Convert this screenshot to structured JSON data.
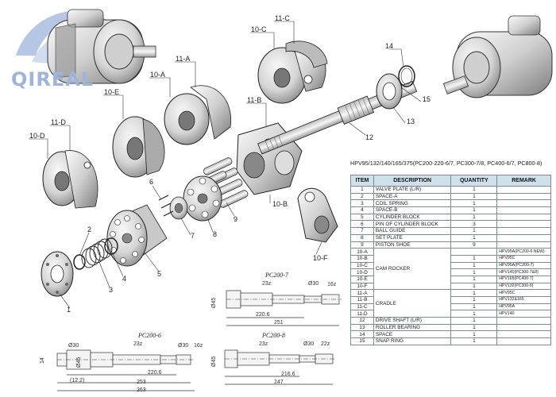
{
  "logo": {
    "text": "QIREAL"
  },
  "callouts": [
    {
      "id": "c11c",
      "text": "11-C"
    },
    {
      "id": "c10c",
      "text": "10-C"
    },
    {
      "id": "c11a",
      "text": "11-A"
    },
    {
      "id": "c10a",
      "text": "10-A"
    },
    {
      "id": "c10e",
      "text": "10-E"
    },
    {
      "id": "c11b",
      "text": "11-B"
    },
    {
      "id": "c11d",
      "text": "11-D"
    },
    {
      "id": "c10d",
      "text": "10-D"
    },
    {
      "id": "c14",
      "text": "14"
    },
    {
      "id": "c15",
      "text": "15"
    },
    {
      "id": "c13",
      "text": "13"
    },
    {
      "id": "c12",
      "text": "12"
    },
    {
      "id": "c6",
      "text": "6"
    },
    {
      "id": "c10b",
      "text": "10-B"
    },
    {
      "id": "c9",
      "text": "9"
    },
    {
      "id": "c8",
      "text": "8"
    },
    {
      "id": "c7",
      "text": "7"
    },
    {
      "id": "c2",
      "text": "2"
    },
    {
      "id": "c5",
      "text": "5"
    },
    {
      "id": "c4",
      "text": "4"
    },
    {
      "id": "c3",
      "text": "3"
    },
    {
      "id": "c1",
      "text": "1"
    },
    {
      "id": "c10f",
      "text": "10-F"
    }
  ],
  "table": {
    "title": "HPV95/132/140/165/375(PC200-220-6/7, PC300-7/8, PC400-6/7, PC800-8)",
    "headers": {
      "item": "ITEM",
      "description": "DESCRIPTION",
      "quantity": "QUANTITY",
      "remark": "REMARK"
    },
    "rows": [
      {
        "item": "1",
        "desc": "VALVE PLATE (L/R)",
        "qty": "1",
        "remark": ""
      },
      {
        "item": "2",
        "desc": "SPACE-A",
        "qty": "1",
        "remark": ""
      },
      {
        "item": "3",
        "desc": "COIL SPRING",
        "qty": "1",
        "remark": ""
      },
      {
        "item": "4",
        "desc": "SPACE-B",
        "qty": "1",
        "remark": ""
      },
      {
        "item": "5",
        "desc": "CYLINDER BLOCK",
        "qty": "1",
        "remark": ""
      },
      {
        "item": "6",
        "desc": "PIN OF CYLINDER BLOCK",
        "qty": "3",
        "remark": ""
      },
      {
        "item": "7",
        "desc": "BALL GUIDE",
        "qty": "1",
        "remark": ""
      },
      {
        "item": "8",
        "desc": "SET PLATE",
        "qty": "1",
        "remark": ""
      },
      {
        "item": "9",
        "desc": "PISTON SHOE",
        "qty": "9",
        "remark": ""
      }
    ],
    "cam_rocker": {
      "desc": "CAM ROCKER",
      "rows": [
        {
          "item": "10-A",
          "qty": "",
          "remark": "HPV95A(PC200-6 NEW)"
        },
        {
          "item": "10-B",
          "qty": "1",
          "remark": "HPV95C"
        },
        {
          "item": "10-C",
          "qty": "1",
          "remark": "HPV95A(PC200-7)"
        },
        {
          "item": "10-D",
          "qty": "1",
          "remark": "HPV140(PC300-7&8)"
        },
        {
          "item": "10-E",
          "qty": "1",
          "remark": "HPV165(PC400-7)"
        },
        {
          "item": "10-F",
          "qty": "1",
          "remark": "HPV132(PC300-6)"
        }
      ]
    },
    "cradle": {
      "desc": "CRADLE",
      "rows": [
        {
          "item": "11-A",
          "qty": "1",
          "remark": "HPV95C"
        },
        {
          "item": "11-B",
          "qty": "1",
          "remark": "HPV132&165"
        },
        {
          "item": "11-C",
          "qty": "1",
          "remark": "HPV95A"
        },
        {
          "item": "11-D",
          "qty": "1",
          "remark": "HPV140"
        }
      ]
    },
    "tail_rows": [
      {
        "item": "12",
        "desc": "DRIVE SHAFT (L/R)",
        "qty": "1",
        "remark": ""
      },
      {
        "item": "13",
        "desc": "ROLLER BEARING",
        "qty": "1",
        "remark": ""
      },
      {
        "item": "14",
        "desc": "SPACE",
        "qty": "1",
        "remark": ""
      },
      {
        "item": "15",
        "desc": "SNAP RING",
        "qty": "1",
        "remark": ""
      }
    ]
  },
  "shafts": {
    "pc200_7": {
      "label": "PC200-7",
      "dims": {
        "spl1": "23z",
        "dia45": "Ø45",
        "dia30": "Ø30",
        "spl2": "16z",
        "len1": "220.6",
        "len2": "251"
      }
    },
    "pc200_6": {
      "label": "PC200-6",
      "dims": {
        "dia30a": "Ø30",
        "spl1": "23z",
        "dia30b": "Ø30",
        "spl2": "16z",
        "dia45": "Ø45",
        "w14": "14",
        "len1": "220.6",
        "len2": "(12.2)",
        "len3": "253",
        "len4": "263"
      }
    },
    "pc200_8": {
      "label": "PC200-8",
      "dims": {
        "spl1": "23z",
        "dia30": "Ø30",
        "spl2": "22z",
        "dia45": "Ø45",
        "len1": "216.6",
        "len2": "247"
      }
    }
  }
}
